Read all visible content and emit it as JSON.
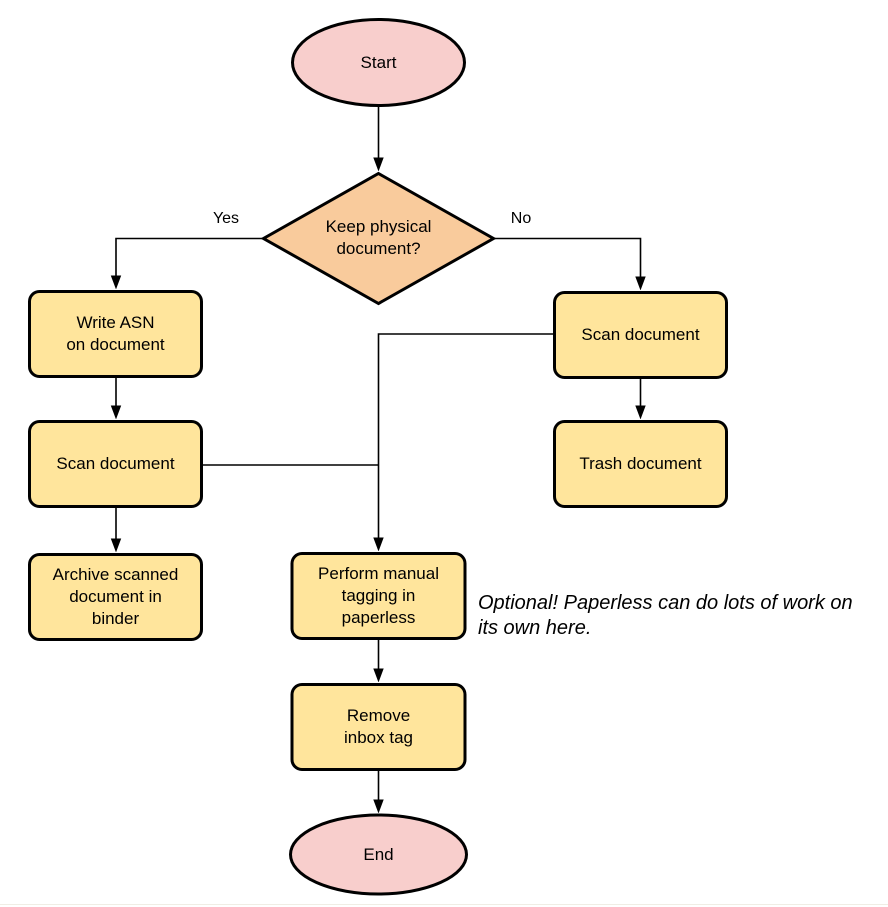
{
  "colors": {
    "terminal_fill": "#F8CECC",
    "decision_fill": "#F9CB9C",
    "process_fill": "#FFE59C",
    "stroke": "#000000"
  },
  "nodes": {
    "start": {
      "label": "Start"
    },
    "decision": {
      "lines": [
        "Keep physical",
        "document?"
      ]
    },
    "write_asn": {
      "lines": [
        "Write ASN",
        "on document"
      ]
    },
    "scan_left": {
      "label": "Scan document"
    },
    "archive": {
      "lines": [
        "Archive scanned",
        "document in",
        "binder"
      ]
    },
    "scan_right": {
      "label": "Scan document"
    },
    "trash": {
      "label": "Trash document"
    },
    "tagging": {
      "lines": [
        "Perform manual",
        "tagging in",
        "paperless"
      ]
    },
    "remove_inbox": {
      "lines": [
        "Remove",
        "inbox tag"
      ]
    },
    "end": {
      "label": "End"
    }
  },
  "edge_labels": {
    "yes": "Yes",
    "no": "No"
  },
  "note": {
    "lines": [
      "Optional! Paperless can do lots of work on",
      "its own here."
    ]
  }
}
